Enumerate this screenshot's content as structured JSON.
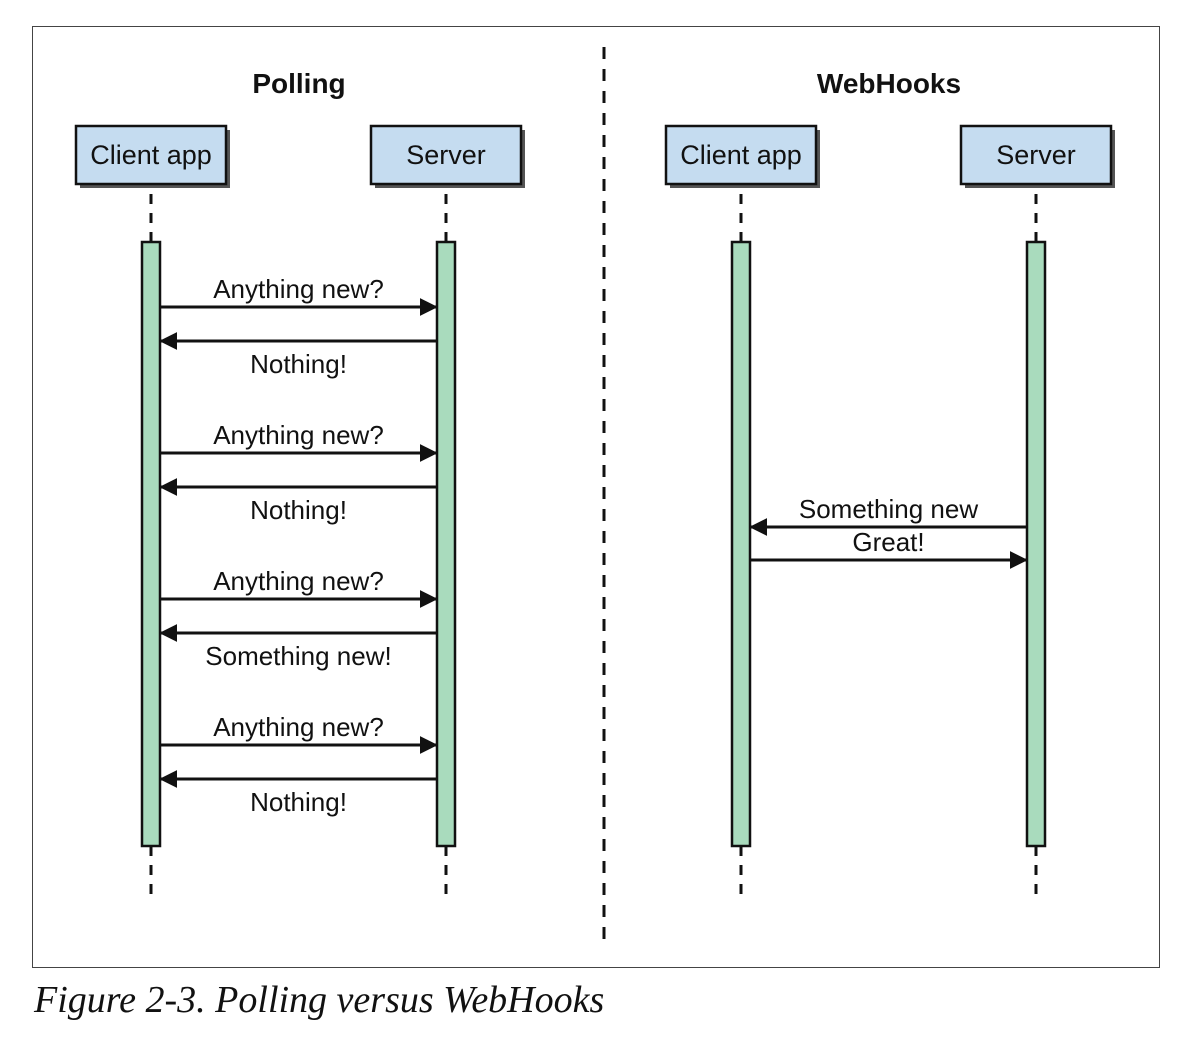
{
  "panels": [
    {
      "id": "polling",
      "title": "Polling",
      "participants": [
        {
          "id": "client",
          "label": "Client app"
        },
        {
          "id": "server",
          "label": "Server"
        }
      ],
      "messages": [
        {
          "from": "client",
          "to": "server",
          "label": "Anything new?"
        },
        {
          "from": "server",
          "to": "client",
          "label": "Nothing!"
        },
        {
          "from": "client",
          "to": "server",
          "label": "Anything new?"
        },
        {
          "from": "server",
          "to": "client",
          "label": "Nothing!"
        },
        {
          "from": "client",
          "to": "server",
          "label": "Anything new?"
        },
        {
          "from": "server",
          "to": "client",
          "label": "Something new!"
        },
        {
          "from": "client",
          "to": "server",
          "label": "Anything new?"
        },
        {
          "from": "server",
          "to": "client",
          "label": "Nothing!"
        }
      ]
    },
    {
      "id": "webhooks",
      "title": "WebHooks",
      "participants": [
        {
          "id": "client",
          "label": "Client app"
        },
        {
          "id": "server",
          "label": "Server"
        }
      ],
      "messages": [
        {
          "from": "server",
          "to": "client",
          "label": "Something new"
        },
        {
          "from": "client",
          "to": "server",
          "label": "Great!"
        }
      ]
    }
  ],
  "caption": "Figure 2-3. Polling versus WebHooks",
  "colors": {
    "box_fill": "#c5dcf0",
    "activation_fill": "#a9dbbd",
    "stroke": "#111111"
  }
}
